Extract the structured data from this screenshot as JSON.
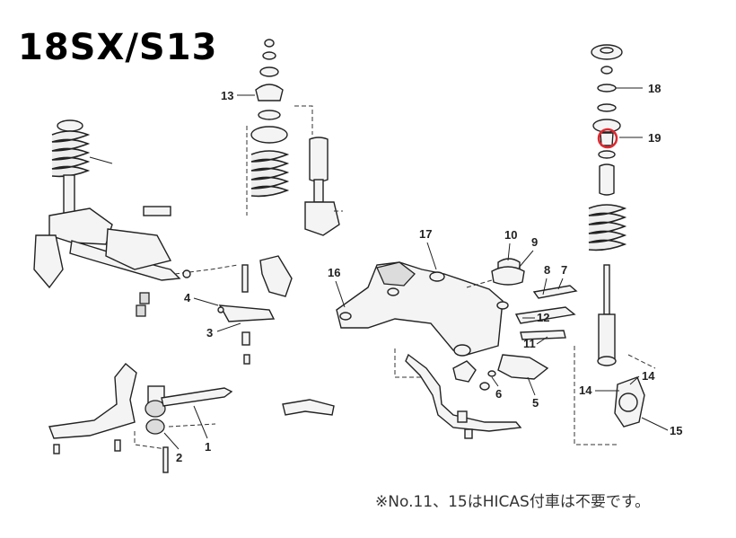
{
  "title": "18SX/S13",
  "note": "※No.11、15はHICAS付車は不要です。",
  "highlight_color": "#e0282f",
  "callouts": [
    "1",
    "2",
    "3",
    "4",
    "5",
    "6",
    "7",
    "8",
    "9",
    "10",
    "11",
    "12",
    "13",
    "14",
    "14",
    "15",
    "16",
    "17",
    "18",
    "19"
  ]
}
